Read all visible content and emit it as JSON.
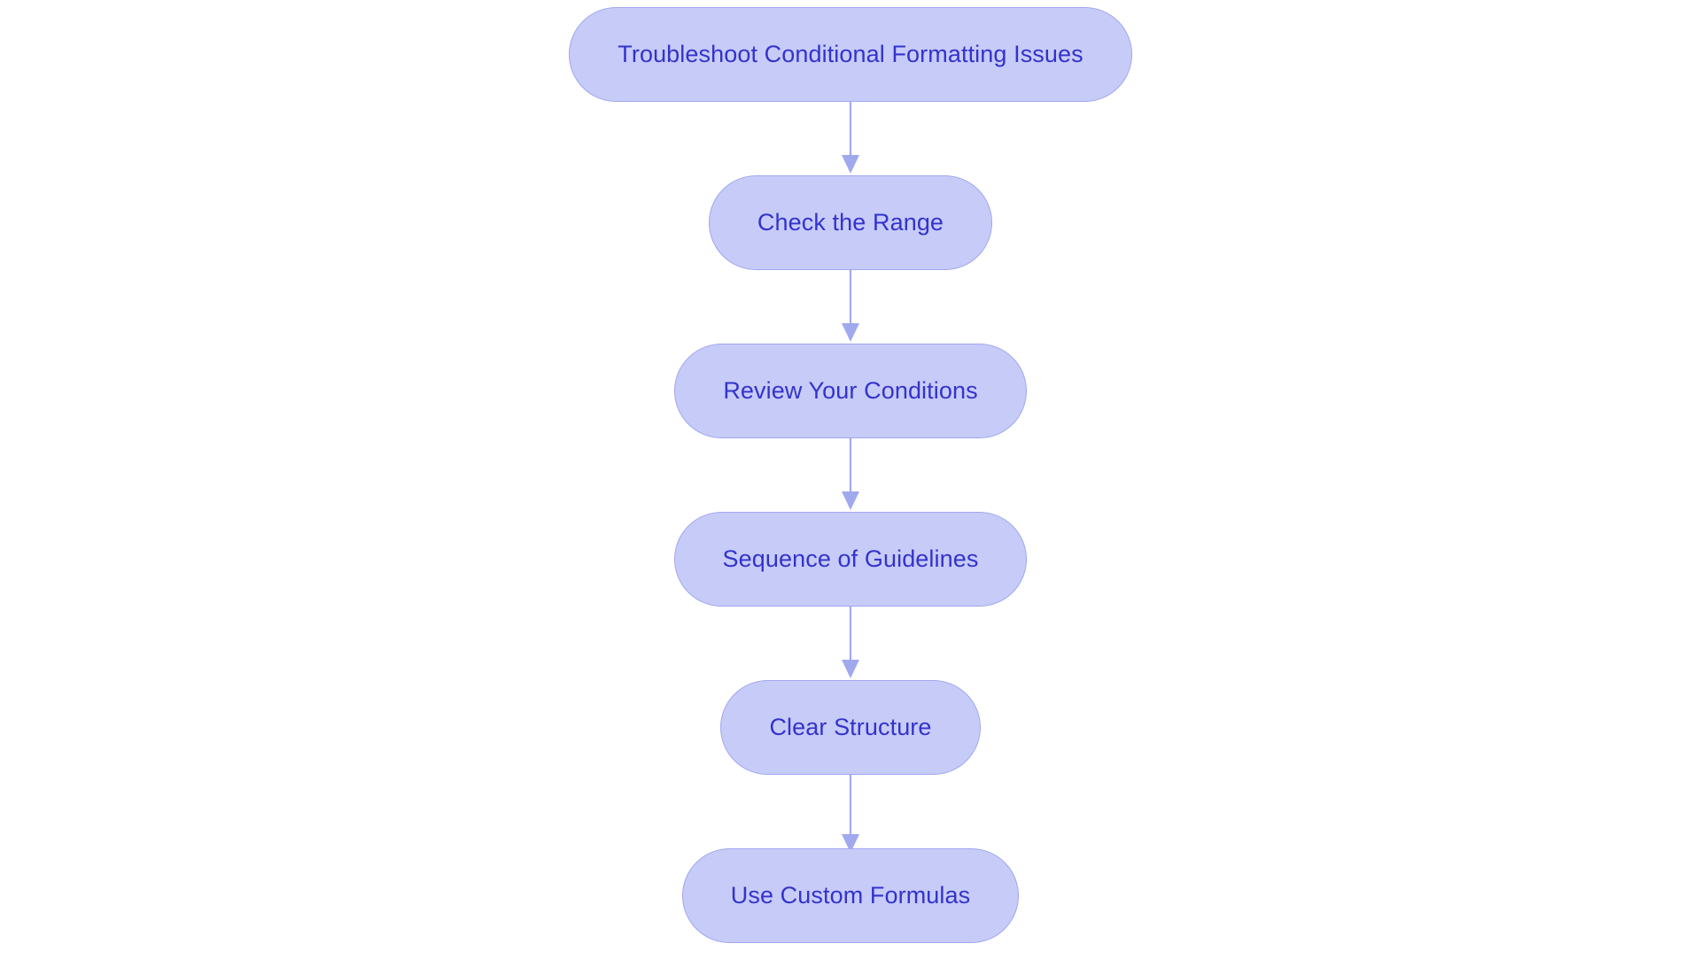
{
  "diagram": {
    "type": "flowchart",
    "orientation": "vertical-top-to-bottom",
    "title": "Troubleshoot Conditional Formatting Issues",
    "background_color": "#ffffff",
    "node_fill_color": "#c7cbf8",
    "node_border_color": "#a0a8ee",
    "node_text_color": "#3333cc",
    "arrow_color": "#a0a8ee",
    "node_count": 6,
    "edge_count": 5
  },
  "nodes": [
    {
      "id": "n1",
      "label": "Troubleshoot Conditional Formatting Issues"
    },
    {
      "id": "n2",
      "label": "Check the Range"
    },
    {
      "id": "n3",
      "label": "Review Your Conditions"
    },
    {
      "id": "n4",
      "label": "Sequence of Guidelines"
    },
    {
      "id": "n5",
      "label": "Clear Structure"
    },
    {
      "id": "n6",
      "label": "Use Custom Formulas"
    }
  ],
  "edges": [
    {
      "id": "e1",
      "from": "n1",
      "to": "n2",
      "label": ""
    },
    {
      "id": "e2",
      "from": "n2",
      "to": "n3",
      "label": ""
    },
    {
      "id": "e3",
      "from": "n3",
      "to": "n4",
      "label": ""
    },
    {
      "id": "e4",
      "from": "n4",
      "to": "n5",
      "label": ""
    },
    {
      "id": "e5",
      "from": "n5",
      "to": "n6",
      "label": ""
    }
  ]
}
